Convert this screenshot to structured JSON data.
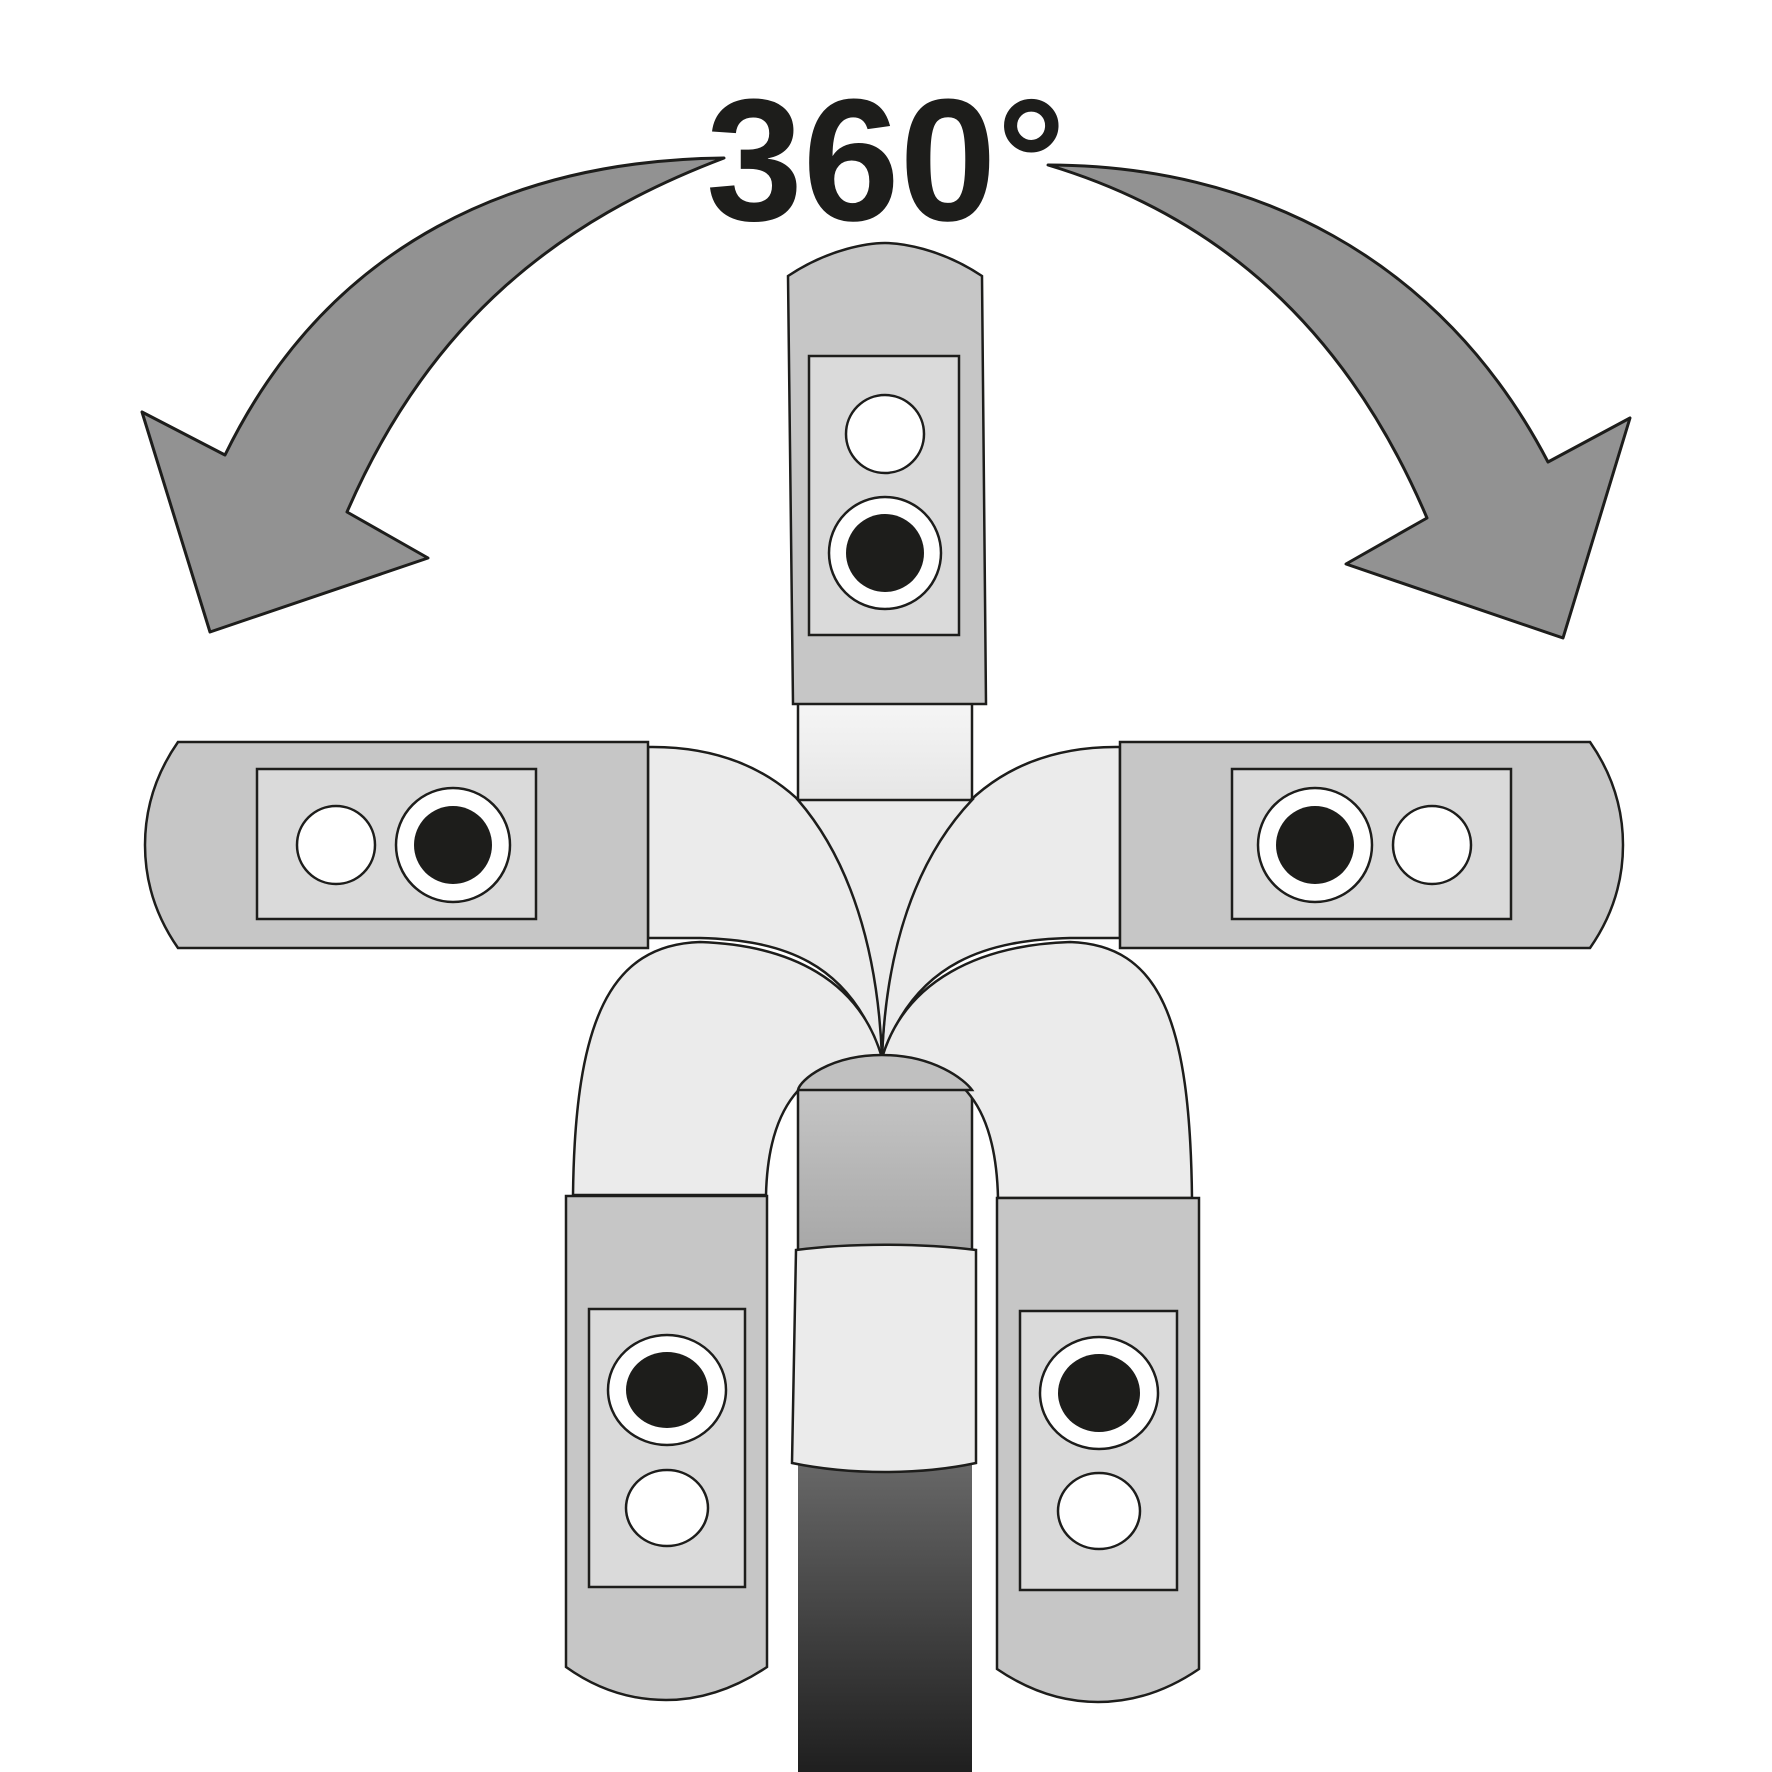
{
  "title": "360°",
  "colors": {
    "background": "#ffffff",
    "outline": "#1d1d1b",
    "arrow_fill": "#929292",
    "head_fill": "#c6c6c6",
    "panel_fill": "#dadada",
    "neck_fill": "#ebebeb",
    "led_dark": "#1d1d1b",
    "led_light": "#ffffff"
  },
  "icons": {
    "rotate_left": "rotate-left-arrow-icon",
    "rotate_right": "rotate-right-arrow-icon"
  },
  "heads": [
    {
      "position": "top",
      "led_order": [
        "white",
        "black-ringed"
      ]
    },
    {
      "position": "left",
      "led_order": [
        "white",
        "black-ringed"
      ]
    },
    {
      "position": "right",
      "led_order": [
        "black-ringed",
        "white"
      ]
    },
    {
      "position": "bottom-left",
      "led_order": [
        "black-ringed",
        "white"
      ]
    },
    {
      "position": "bottom-right",
      "led_order": [
        "black-ringed",
        "white"
      ]
    }
  ]
}
